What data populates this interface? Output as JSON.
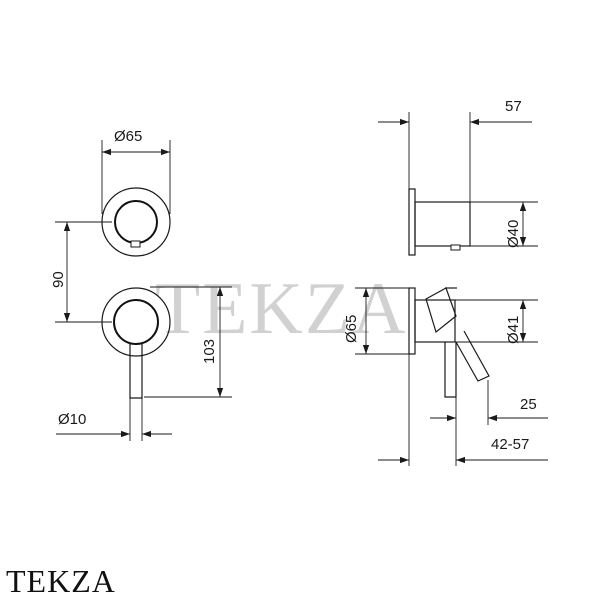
{
  "brand_label": "TEKZA",
  "watermark_text": "TEKZA",
  "dimensions": {
    "diameter_plate": "Ø65",
    "spacing_vertical": "90",
    "height_103": "103",
    "diameter_lever": "Ø10",
    "depth_57": "57",
    "diameter_40": "Ø40",
    "diameter_65_side": "Ø65",
    "diameter_41": "Ø41",
    "offset_25": "25",
    "range_42_57": "42-57"
  }
}
